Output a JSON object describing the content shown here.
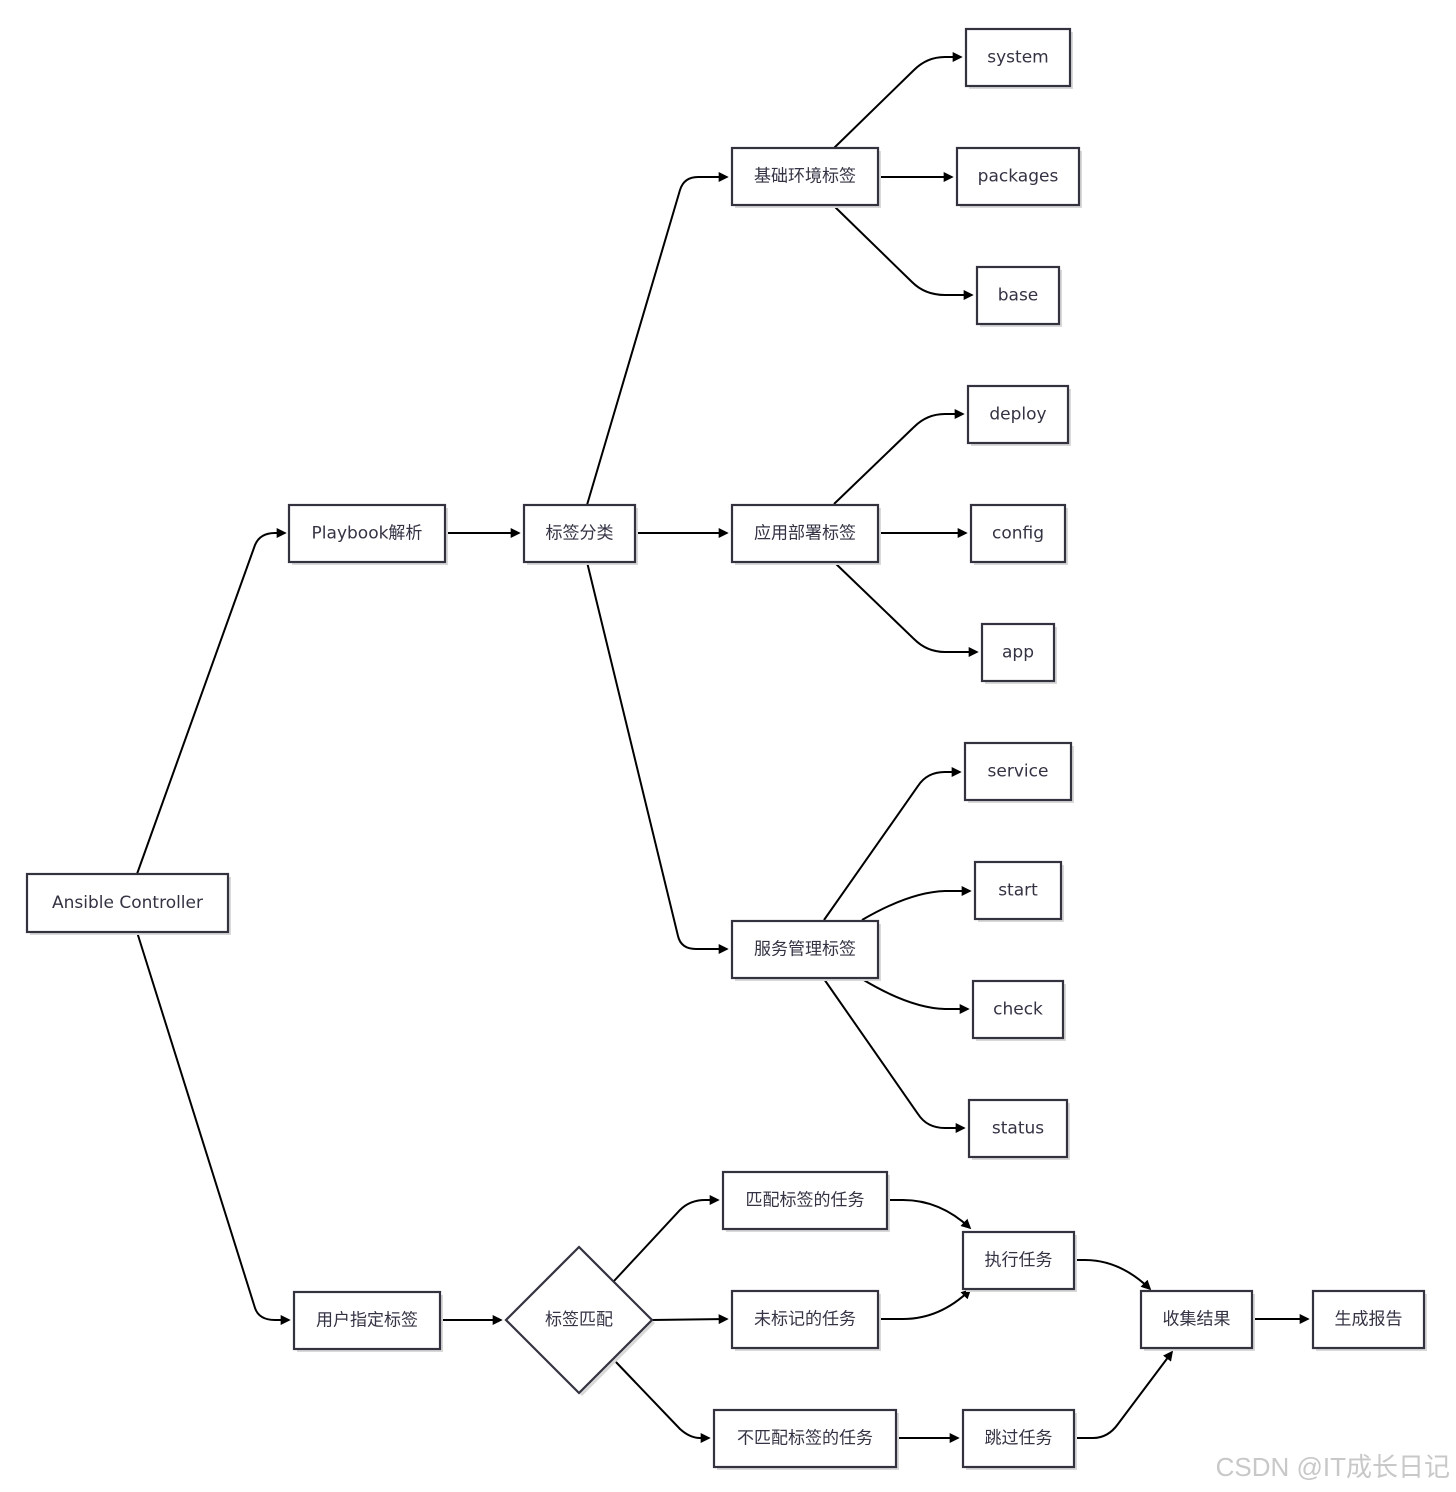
{
  "nodes": {
    "ansible_controller": "Ansible Controller",
    "playbook_parse": "Playbook解析",
    "tag_classify": "标签分类",
    "base_env_tags": "基础环境标签",
    "app_deploy_tags": "应用部署标签",
    "service_mgmt_tags": "服务管理标签",
    "system": "system",
    "packages": "packages",
    "base": "base",
    "deploy": "deploy",
    "config": "config",
    "app": "app",
    "service": "service",
    "start": "start",
    "check": "check",
    "status": "status",
    "user_tags": "用户指定标签",
    "tag_match": "标签匹配",
    "matched_tasks": "匹配标签的任务",
    "untagged_tasks": "未标记的任务",
    "unmatched_tasks": "不匹配标签的任务",
    "execute_tasks": "执行任务",
    "skip_tasks": "跳过任务",
    "collect_results": "收集结果",
    "generate_report": "生成报告"
  },
  "watermark": "CSDN @IT成长日记",
  "colors": {
    "node_border": "#333340",
    "node_fill": "#ffffff",
    "edge": "#000000",
    "watermark": "#c8c8c8"
  }
}
